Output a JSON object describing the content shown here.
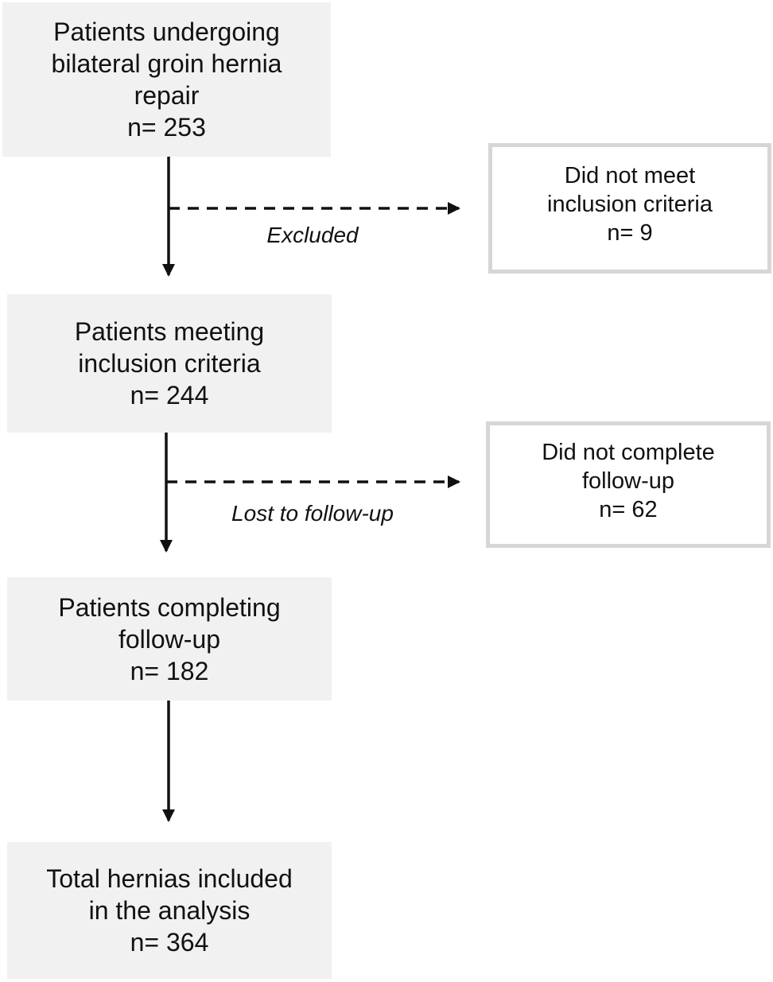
{
  "nodes": {
    "start": {
      "lines": [
        "Patients undergoing",
        "bilateral groin hernia",
        "repair"
      ],
      "count": "n= 253"
    },
    "eligible": {
      "lines": [
        "Patients meeting",
        "inclusion criteria"
      ],
      "count": "n= 244"
    },
    "completed": {
      "lines": [
        "Patients completing",
        "follow-up"
      ],
      "count": "n= 182"
    },
    "analysis": {
      "lines": [
        "Total hernias included",
        "in the analysis"
      ],
      "count": "n= 364"
    },
    "excluded": {
      "lines": [
        "Did not meet",
        "inclusion criteria"
      ],
      "count": "n= 9"
    },
    "lost": {
      "lines": [
        "Did not complete",
        "follow-up"
      ],
      "count": "n= 62"
    }
  },
  "edges": {
    "excluded_label": "Excluded",
    "lost_label": "Lost to follow-up"
  },
  "colors": {
    "main_box_fill": "#f1f1f1",
    "side_box_border": "#d6d6d6",
    "arrow": "#111111"
  }
}
